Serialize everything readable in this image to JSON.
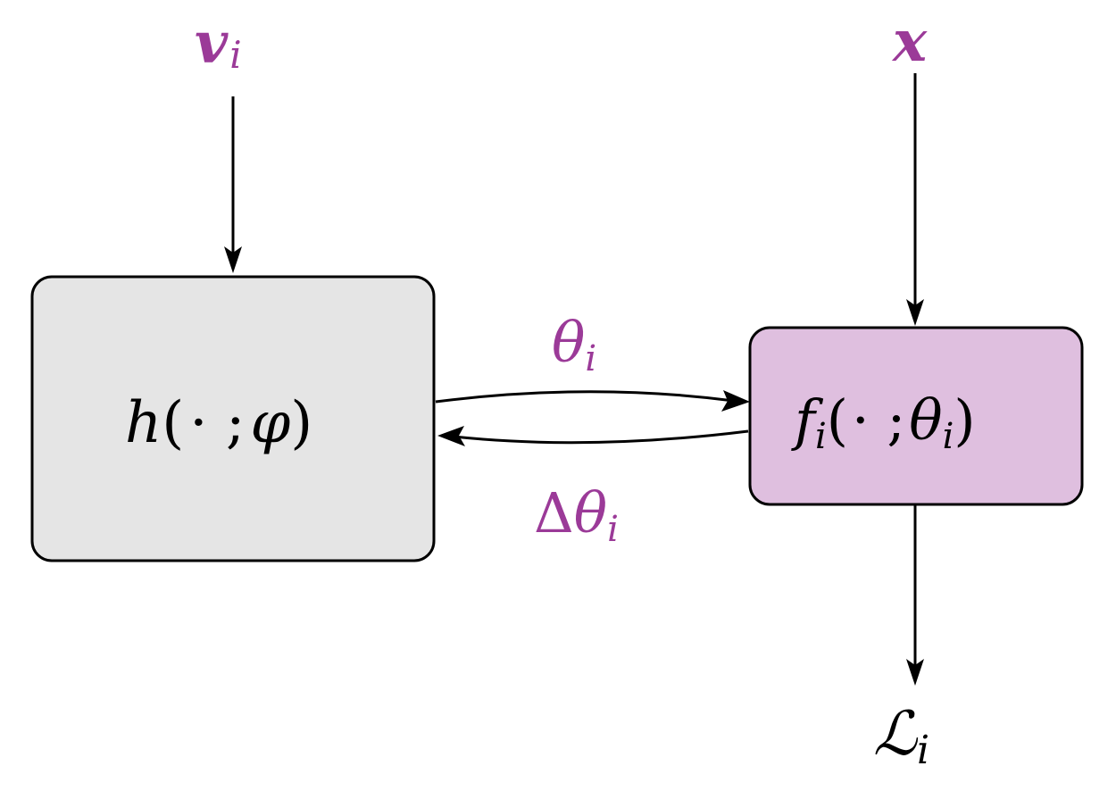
{
  "colors": {
    "accent": "#9b3a98",
    "text": "#000000",
    "stroke": "#000000",
    "box_h_fill": "#e5e5e5",
    "box_f_fill": "#dfbfdf",
    "arrow": "#000000"
  },
  "inputs": {
    "v_base": "v",
    "v_sub": "i",
    "x": "x"
  },
  "box_h": {
    "fn": "h",
    "open": "(",
    "args": "· ;",
    "param": "φ",
    "close": ")"
  },
  "box_f": {
    "fn": "f",
    "fn_sub": "i",
    "open": "(",
    "args": "· ;",
    "param": "θ",
    "param_sub": "i",
    "close": ")"
  },
  "edge_labels": {
    "theta_base": "θ",
    "theta_sub": "i",
    "delta": "Δ",
    "delta_theta_base": "θ",
    "delta_theta_sub": "i"
  },
  "output": {
    "loss_base": "ℒ",
    "loss_sub": "i"
  }
}
